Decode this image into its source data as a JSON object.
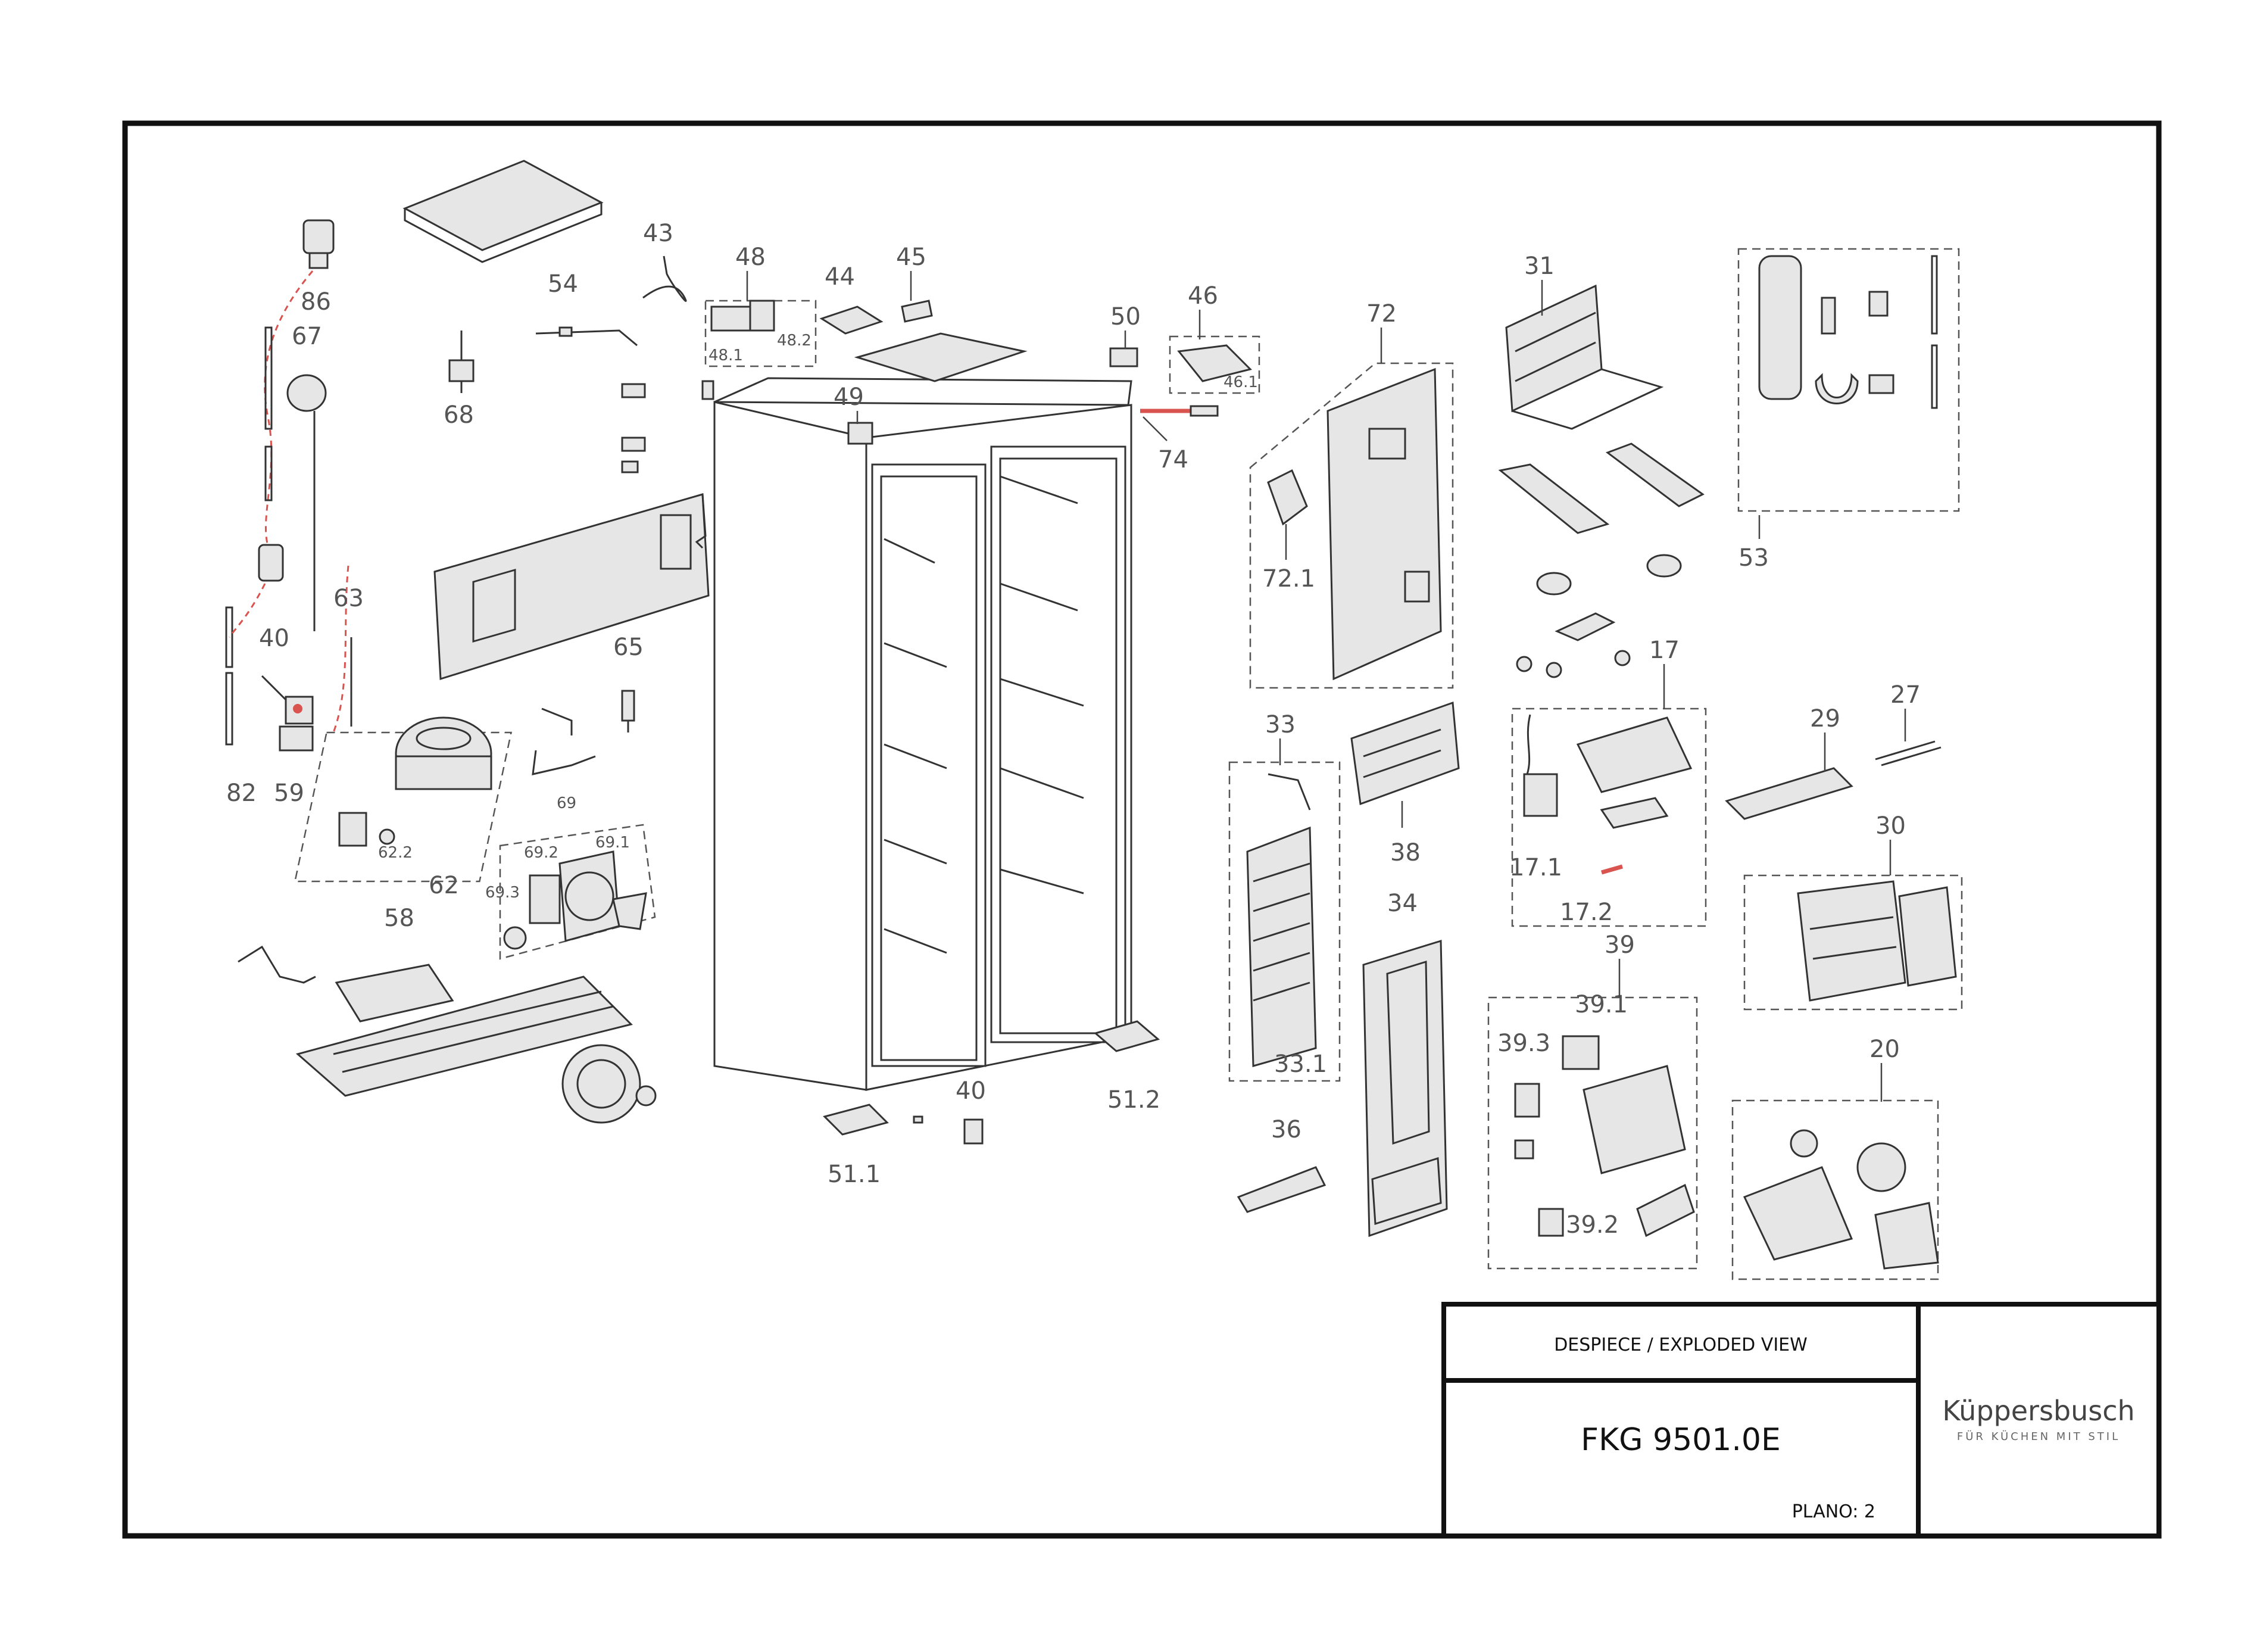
{
  "title_block": {
    "view_label": "DESPIECE / EXPLODED VIEW",
    "model": "FKG 9501.0E",
    "plan_label": "PLANO: 2",
    "brand": "Küppersbusch",
    "tagline": "FÜR KÜCHEN MIT STIL"
  },
  "callouts": {
    "c86": "86",
    "c67": "67",
    "c40a": "40",
    "c82": "82",
    "c59": "59",
    "c43": "43",
    "c54": "54",
    "c68": "68",
    "c48": "48",
    "c48_1": "48.1",
    "c48_2": "48.2",
    "c44": "44",
    "c45": "45",
    "c49": "49",
    "c50": "50",
    "c46": "46",
    "c46_1": "46.1",
    "c74": "74",
    "c63": "63",
    "c65": "65",
    "c62": "62",
    "c62s": "62.2",
    "c69": "69",
    "c69_1": "69.1",
    "c69_2": "69.2",
    "c69_3": "69.3",
    "c58": "58",
    "c40b": "40",
    "c51_1": "51.1",
    "c51_2": "51.2",
    "c72": "72",
    "c72_1": "72.1",
    "c33": "33",
    "c33_1": "33.1",
    "c38": "38",
    "c34": "34",
    "c36": "36",
    "c31": "31",
    "c17": "17",
    "c17_1": "17.1",
    "c17_2": "17.2",
    "c39": "39",
    "c39_1": "39.1",
    "c39_2": "39.2",
    "c39_3": "39.3",
    "c53": "53",
    "c29": "29",
    "c27": "27",
    "c30": "30",
    "c20": "20"
  },
  "colors": {
    "frame": "#111111",
    "line": "#333333",
    "label": "#555555",
    "highlight": "#d9534f"
  }
}
